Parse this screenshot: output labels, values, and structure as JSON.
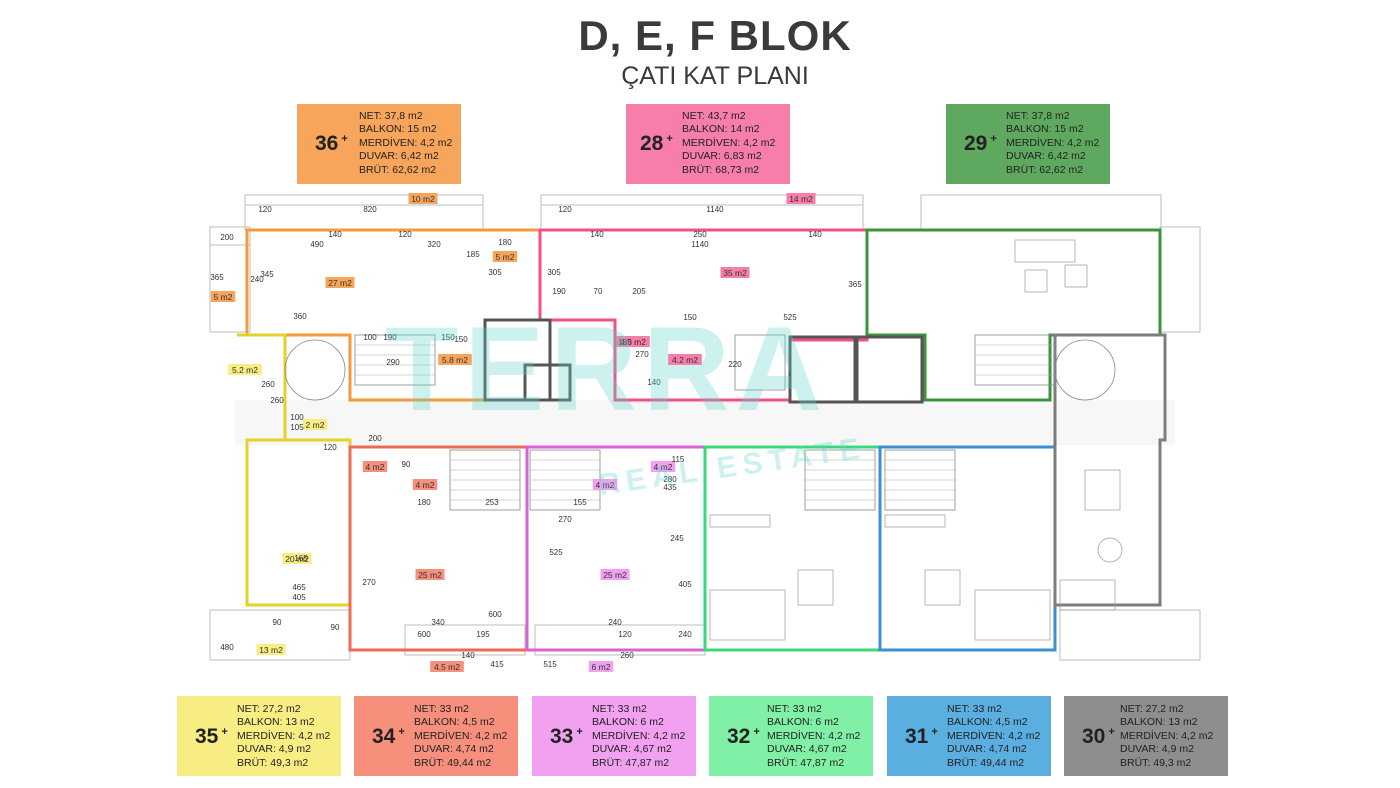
{
  "header": {
    "title": "D, E, F BLOK",
    "subtitle": "ÇATI KAT PLANI"
  },
  "top_cards": [
    {
      "unit": "36",
      "sup": "+",
      "color": "#f6a55a",
      "lines": [
        "NET: 37,8 m2",
        "BALKON: 15 m2",
        "MERDİVEN: 4,2 m2",
        "DUVAR: 6,42 m2",
        "BRÜT: 62,62 m2"
      ]
    },
    {
      "unit": "28",
      "sup": "+",
      "color": "#f77daa",
      "lines": [
        "NET: 43,7 m2",
        "BALKON: 14 m2",
        "MERDİVEN: 4,2 m2",
        "DUVAR: 6,83 m2",
        "BRÜT: 68,73 m2"
      ]
    },
    {
      "unit": "29",
      "sup": "+",
      "color": "#5fa85f",
      "lines": [
        "NET: 37,8 m2",
        "BALKON: 15 m2",
        "MERDİVEN: 4,2 m2",
        "DUVAR: 6,42 m2",
        "BRÜT: 62,62 m2"
      ]
    }
  ],
  "bottom_cards": [
    {
      "unit": "35",
      "sup": "+",
      "color": "#f7ed83",
      "lines": [
        "NET: 27,2 m2",
        "BALKON: 13 m2",
        "MERDİVEN: 4,2 m2",
        "DUVAR: 4,9 m2",
        "BRÜT: 49,3 m2"
      ]
    },
    {
      "unit": "34",
      "sup": "+",
      "color": "#f68f7c",
      "lines": [
        "NET: 33 m2",
        "BALKON: 4,5 m2",
        "MERDİVEN: 4,2 m2",
        "DUVAR: 4,74 m2",
        "BRÜT: 49,44 m2"
      ]
    },
    {
      "unit": "33",
      "sup": "+",
      "color": "#f1a1f0",
      "lines": [
        "NET: 33 m2",
        "BALKON: 6 m2",
        "MERDİVEN: 4,2 m2",
        "DUVAR: 4,67 m2",
        "BRÜT: 47,87 m2"
      ]
    },
    {
      "unit": "32",
      "sup": "+",
      "color": "#7ff0a6",
      "lines": [
        "NET: 33 m2",
        "BALKON: 6 m2",
        "MERDİVEN: 4,2 m2",
        "DUVAR: 4,67 m2",
        "BRÜT: 47,87 m2"
      ]
    },
    {
      "unit": "31",
      "sup": "+",
      "color": "#5aaee0",
      "lines": [
        "NET: 33 m2",
        "BALKON: 4,5 m2",
        "MERDİVEN: 4,2 m2",
        "DUVAR: 4,74 m2",
        "BRÜT: 49,44 m2"
      ]
    },
    {
      "unit": "30",
      "sup": "+",
      "color": "#8e8e8e",
      "lines": [
        "NET: 27,2 m2",
        "BALKON: 13 m2",
        "MERDİVEN: 4,2 m2",
        "DUVAR: 4,9 m2",
        "BRÜT: 49,3 m2"
      ]
    }
  ],
  "plan": {
    "area_tags": [
      {
        "text": "10 m2",
        "color": "#f6a55a"
      },
      {
        "text": "14 m2",
        "color": "#f77daa"
      },
      {
        "text": "5 m2",
        "color": "#f6a55a"
      },
      {
        "text": "35 m2",
        "color": "#f77daa"
      },
      {
        "text": "5 m2",
        "color": "#f6a55a"
      },
      {
        "text": "27 m2",
        "color": "#f6a55a"
      },
      {
        "text": "5.8 m2",
        "color": "#f6a55a"
      },
      {
        "text": "4.5 m2",
        "color": "#f77daa"
      },
      {
        "text": "4.2 m2",
        "color": "#f77daa"
      },
      {
        "text": "5.2 m2",
        "color": "#f7ed83"
      },
      {
        "text": "2 m2",
        "color": "#f7ed83"
      },
      {
        "text": "4 m2",
        "color": "#f68f7c"
      },
      {
        "text": "4 m2",
        "color": "#f68f7c"
      },
      {
        "text": "4 m2",
        "color": "#f1a1f0"
      },
      {
        "text": "4 m2",
        "color": "#f1a1f0"
      },
      {
        "text": "20 m2",
        "color": "#f7ed83"
      },
      {
        "text": "25 m2",
        "color": "#f68f7c"
      },
      {
        "text": "25 m2",
        "color": "#f1a1f0"
      },
      {
        "text": "13 m2",
        "color": "#f7ed83"
      },
      {
        "text": "4.5 m2",
        "color": "#f68f7c"
      },
      {
        "text": "6 m2",
        "color": "#f1a1f0"
      }
    ],
    "dimensions": [
      "120",
      "820",
      "1140",
      "120",
      "200",
      "140",
      "120",
      "490",
      "320",
      "180",
      "140",
      "250",
      "140",
      "1140",
      "185",
      "305",
      "305",
      "365",
      "345",
      "240",
      "190",
      "70",
      "205",
      "150",
      "525",
      "365",
      "360",
      "190",
      "150",
      "100",
      "150",
      "260",
      "290",
      "180",
      "270",
      "140",
      "220",
      "260",
      "100",
      "105",
      "120",
      "200",
      "90",
      "115",
      "180",
      "253",
      "155",
      "435",
      "280",
      "270",
      "245",
      "165",
      "525",
      "270",
      "405",
      "465",
      "405",
      "340",
      "240",
      "600",
      "600",
      "195",
      "120",
      "240",
      "90",
      "90",
      "480",
      "140",
      "260",
      "415",
      "515",
      "120",
      "120"
    ],
    "watermark": {
      "main": "TERRA",
      "sub": "REAL ESTATE"
    }
  }
}
